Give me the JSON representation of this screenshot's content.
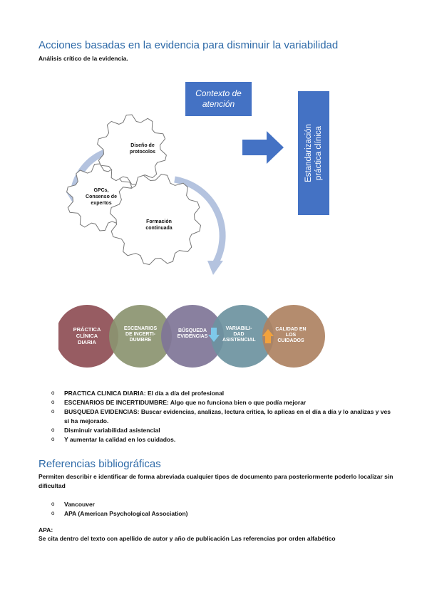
{
  "section1": {
    "title": "Acciones basadas en la evidencia para disminuir la variabilidad",
    "subtitle": "Análisis crítico de la evidencia."
  },
  "diagram": {
    "context_box": "Contexto de atención",
    "result_box": "Estandarización práctica clínica",
    "gears": [
      {
        "label": "Diseño de protocolos"
      },
      {
        "label": "GPCs, Consenso de expertos"
      },
      {
        "label": "Formación continuada"
      }
    ],
    "circles": [
      {
        "label": "PRÁCTICA CLÍNICA DIARIA",
        "color": "#8e4e55"
      },
      {
        "label": "ESCENARIOS DE INCERTI-DUMBRE",
        "color": "#8b9470"
      },
      {
        "label": "BÚSQUEDA EVIDENCIAS",
        "color": "#7f7597"
      },
      {
        "label": "VARIABILI-DAD ASISTENCIAL",
        "color": "#6c93a0"
      },
      {
        "label": "CALIDAD EN LOS CUIDADOS",
        "color": "#ae8262"
      }
    ]
  },
  "list1": [
    "PRACTICA CLINICA DIARIA: El día a día del profesional",
    "ESCENARIOS DE INCERTIDUMBRE: Algo que no funciona bien o que podía mejorar",
    "BUSQUEDA EVIDENCIAS: Buscar evidencias, analizas, lectura critica, lo aplicas en el día a día y lo analizas y ves si ha mejorado.",
    "Disminuir variabilidad asistencial",
    "Y aumentar la calidad en los cuidados."
  ],
  "section2": {
    "title": "Referencias bibliográficas",
    "text": "Permiten describir e identificar de forma abreviada cualquier tipos de documento para posteriormente poderlo localizar sin dificultad"
  },
  "list2": [
    "Vancouver",
    "APA (American Psychological Association)"
  ],
  "apa": {
    "heading": "APA:",
    "text": "Se cita dentro del texto con apellido de autor y año de publicación Las referencias por orden alfabético"
  }
}
